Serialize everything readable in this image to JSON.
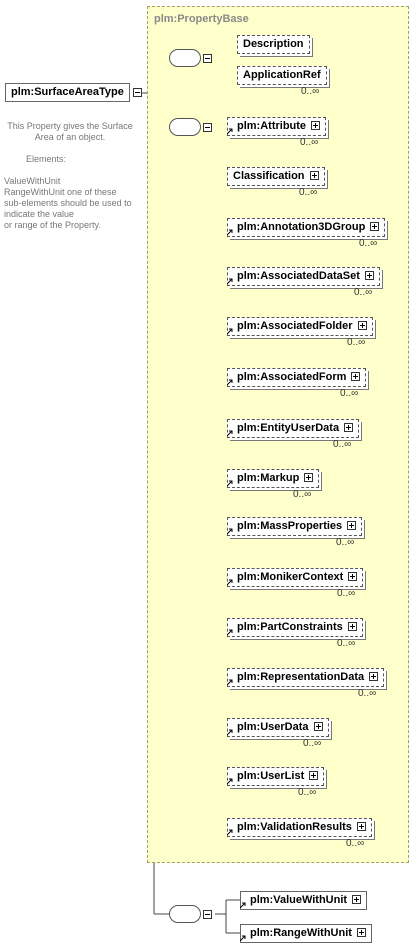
{
  "root": {
    "label": "plm:SurfaceAreaType"
  },
  "documentation": [
    "This Property gives the Surface Area of an object.",
    "Elements:",
    "ValueWithUnit\nRangeWithUnit  one of these sub-elements should be used to indicate the value\n                    or range of the Property."
  ],
  "base_group": {
    "title": "plm:PropertyBase"
  },
  "header_elements": [
    {
      "label": "Description",
      "occurs": ""
    },
    {
      "label": "ApplicationRef",
      "occurs": "0..∞"
    }
  ],
  "attribute_elements": [
    {
      "label": "plm:Attribute",
      "occurs": "0..∞"
    },
    {
      "label": "Classification",
      "occurs": "0..∞"
    },
    {
      "label": "plm:Annotation3DGroup",
      "occurs": "0..∞"
    },
    {
      "label": "plm:AssociatedDataSet",
      "occurs": "0..∞"
    },
    {
      "label": "plm:AssociatedFolder",
      "occurs": "0..∞"
    },
    {
      "label": "plm:AssociatedForm",
      "occurs": "0..∞"
    },
    {
      "label": "plm:EntityUserData",
      "occurs": "0..∞"
    },
    {
      "label": "plm:Markup",
      "occurs": "0..∞"
    },
    {
      "label": "plm:MassProperties",
      "occurs": "0..∞"
    },
    {
      "label": "plm:MonikerContext",
      "occurs": "0..∞"
    },
    {
      "label": "plm:PartConstraints",
      "occurs": "0..∞"
    },
    {
      "label": "plm:RepresentationData",
      "occurs": "0..∞"
    },
    {
      "label": "plm:UserData",
      "occurs": "0..∞"
    },
    {
      "label": "plm:UserList",
      "occurs": "0..∞"
    },
    {
      "label": "plm:ValidationResults",
      "occurs": "0..∞"
    }
  ],
  "choice_elements": [
    {
      "label": "plm:ValueWithUnit"
    },
    {
      "label": "plm:RangeWithUnit"
    }
  ],
  "colors": {
    "base_fill": "#ffffcc",
    "base_border": "#a0a060",
    "node_border": "#666666"
  }
}
